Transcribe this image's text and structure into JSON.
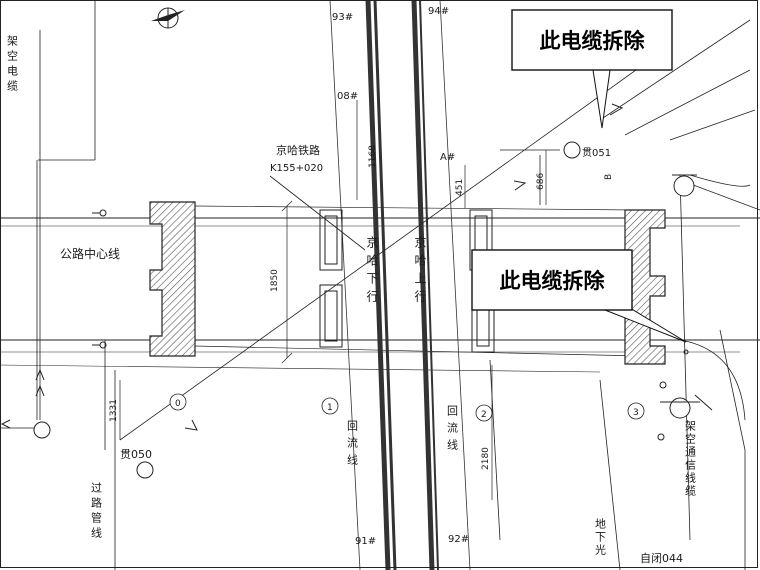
{
  "callouts": {
    "remove_top": "此电缆拆除",
    "remove_mid": "此电缆拆除"
  },
  "labels": {
    "overhead_power": "架空电缆",
    "road_center": "公路中心线",
    "railway": "京哈铁路",
    "mileage": "K155+020",
    "jingha_down": "京哈下行",
    "jingha_up": "京哈上行",
    "return_line_1": "回流线",
    "return_line_2": "回流线",
    "overhead_comm": "架空通信线缆",
    "underground_fiber": "地下光",
    "crossing_pipe": "过路管线",
    "self_closed": "自闭044",
    "tong_050": "贯050",
    "tong_051": "贯051",
    "pole_93": "93#",
    "pole_94": "94#",
    "pole_08": "08#",
    "pole_A": "A#",
    "pole_91": "91#",
    "pole_92": "92#",
    "dim_1168": "1168",
    "dim_451": "451",
    "dim_686": "686",
    "dim_1850": "1850",
    "dim_1331": "1331",
    "dim_2180": "2180",
    "circle_0": "0",
    "circle_1": "1",
    "circle_2": "2",
    "circle_3": "3",
    "mark_B": "B"
  },
  "colors": {
    "line": "#222222",
    "rail": "#333333",
    "hatch": "#555555",
    "callout_bg": "#ffffff"
  }
}
